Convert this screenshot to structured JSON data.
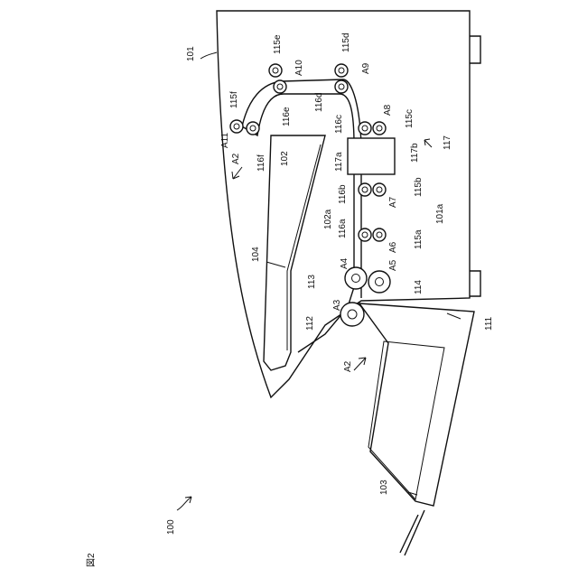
{
  "figure": {
    "caption": "図2",
    "labels": {
      "apparatus": "100",
      "housing": "101",
      "path_wall": "101a",
      "guide": "102",
      "guide_surface": "102a",
      "tray": "103",
      "stack_plate": "104",
      "feeder_port": "111",
      "roller_112": "112",
      "roller_113": "113",
      "roller_114": "114",
      "r115a": "115a",
      "r115b": "115b",
      "r115c": "115c",
      "r115d": "115d",
      "r115e": "115e",
      "r115f": "115f",
      "r116a": "116a",
      "r116b": "116b",
      "r116c": "116c",
      "r116d": "116d",
      "r116e": "116e",
      "r116f": "116f",
      "unit": "117",
      "unit_a": "117a",
      "unit_b": "117b",
      "a2_top": "A2",
      "a2_bottom": "A2",
      "a3": "A3",
      "a4": "A4",
      "a5": "A5",
      "a6": "A6",
      "a7": "A7",
      "a8": "A8",
      "a9": "A9",
      "a10": "A10",
      "a11": "A11"
    }
  }
}
